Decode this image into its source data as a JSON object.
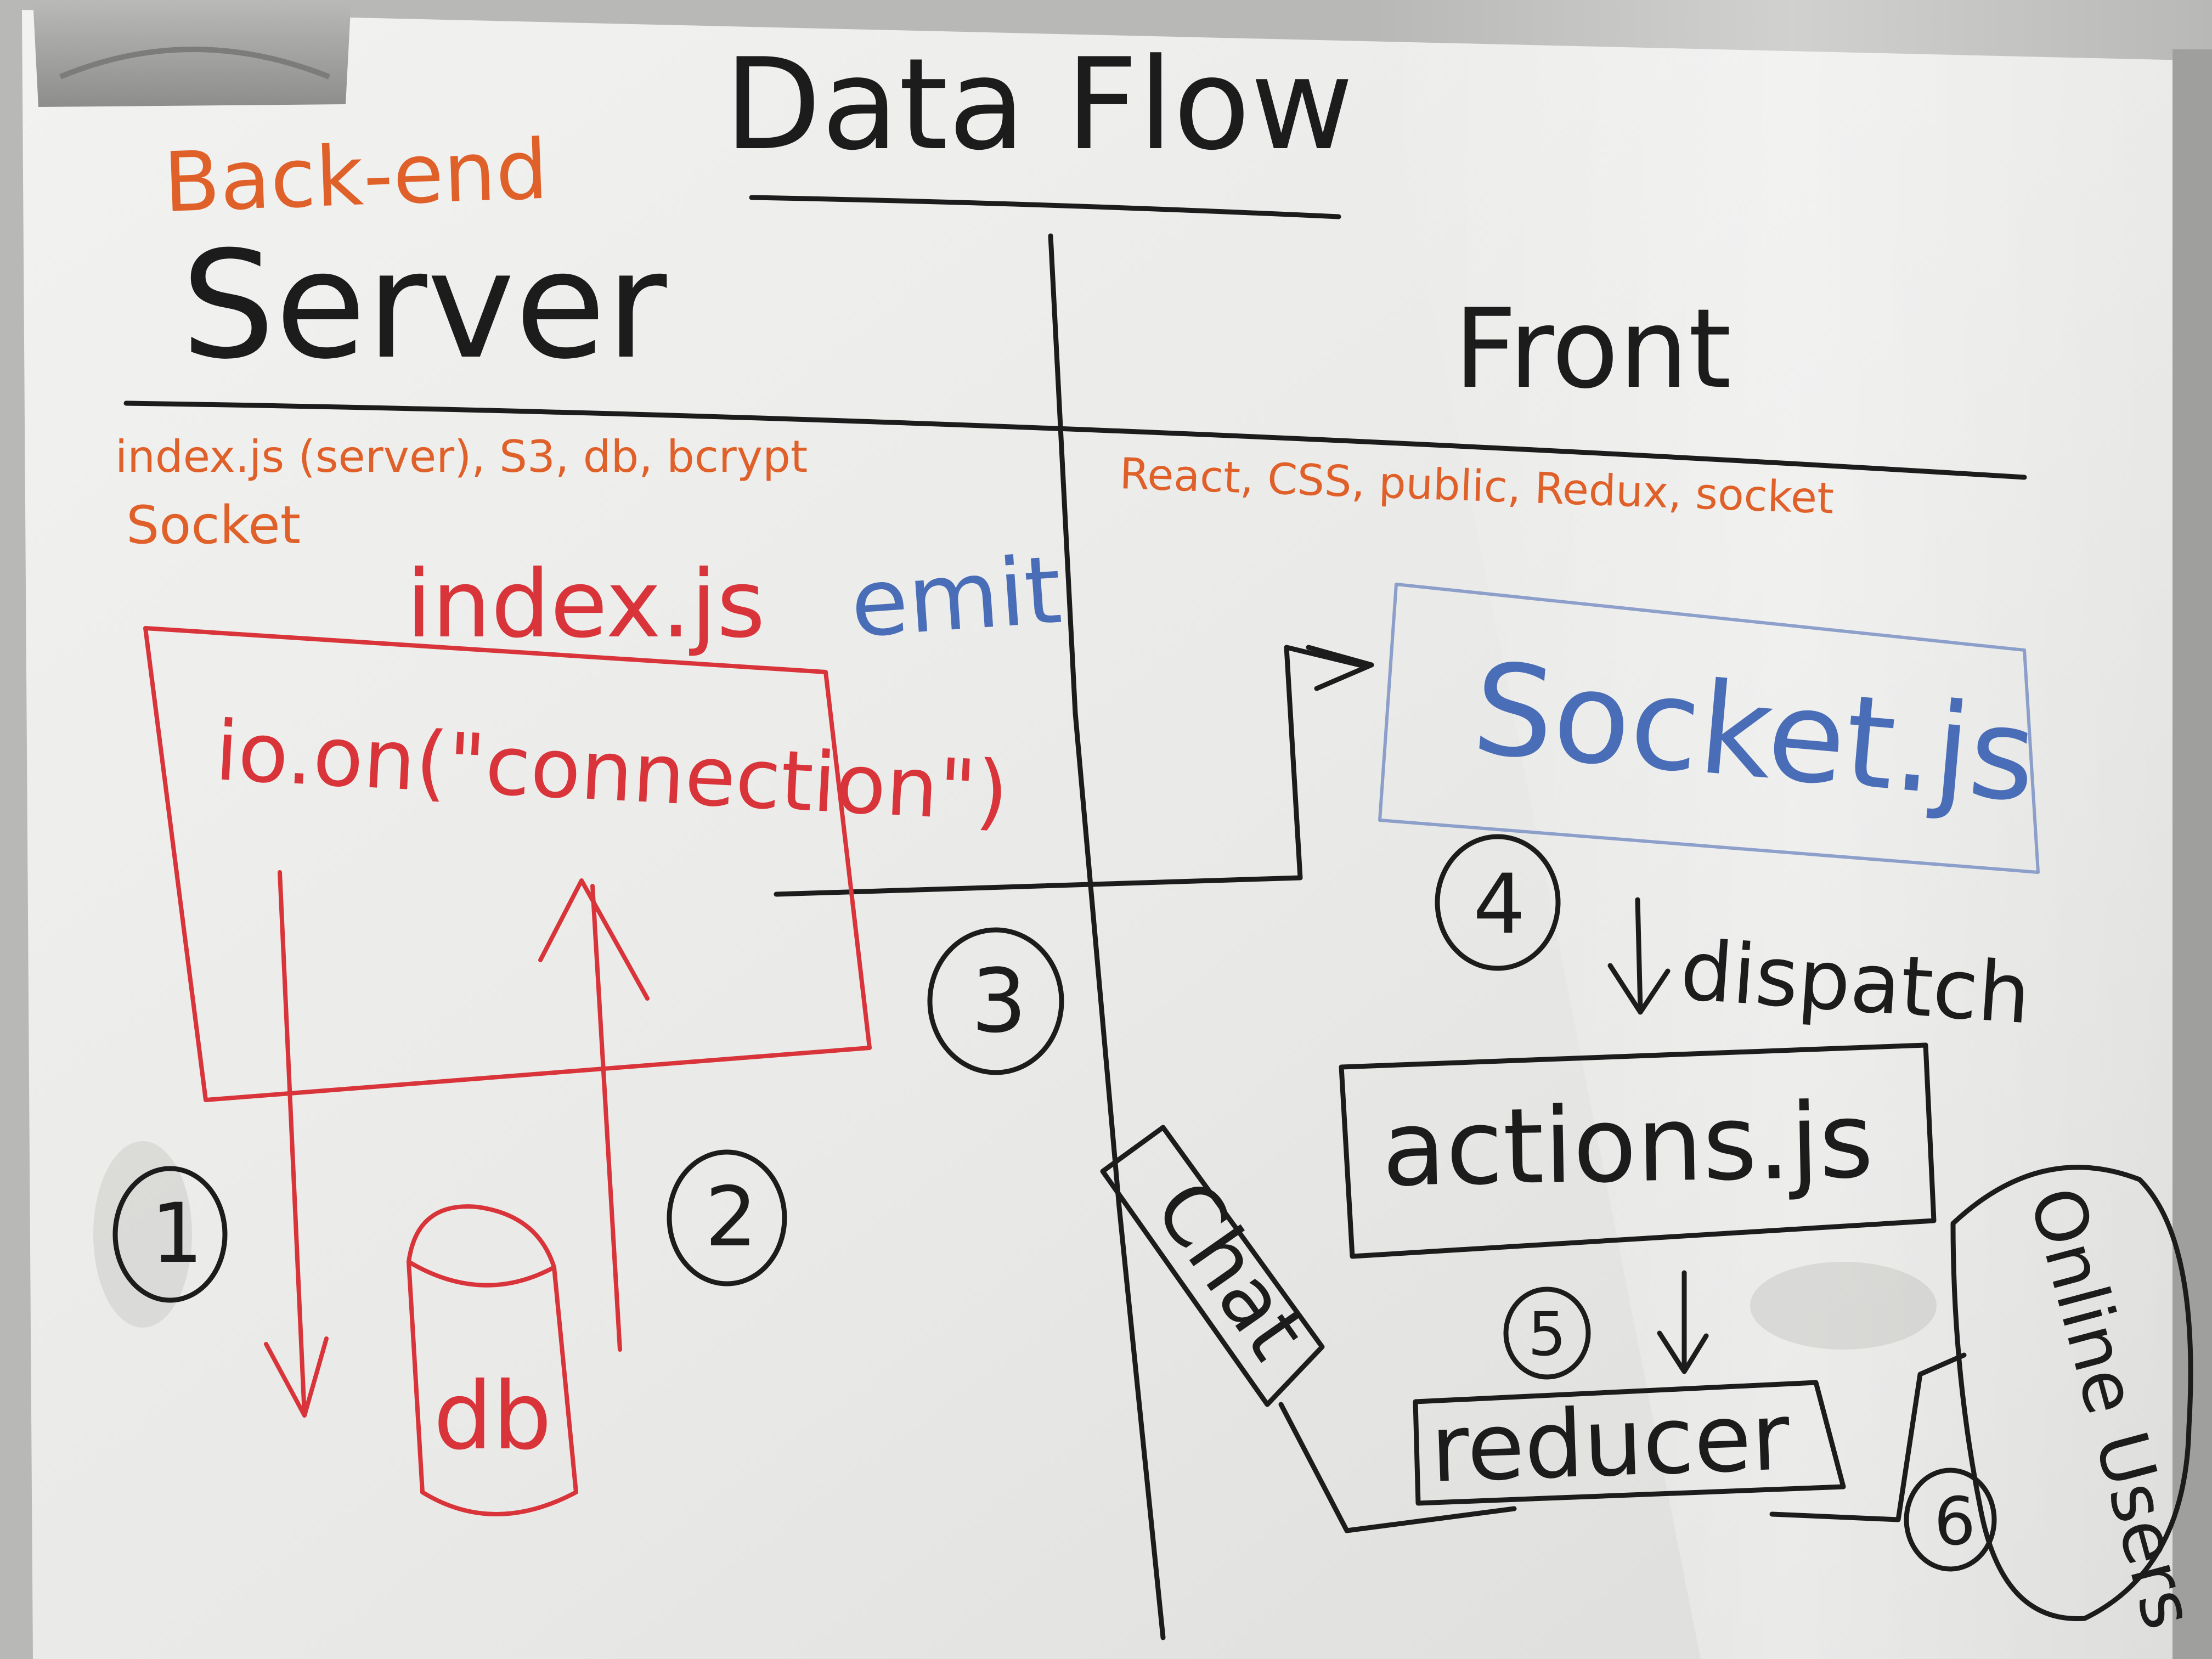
{
  "board": {
    "title": "Data Flow",
    "backend_label": "Back-end",
    "server_label": "Server",
    "front_label": "Front",
    "server_stack_line1": "index.js (server), S3, db, bcrypt",
    "server_stack_line2": "Socket",
    "front_stack": "React, CSS, public, Redux, socket"
  },
  "server_side": {
    "file_label": "index.js",
    "connection_code": "io.on(\"connection\")",
    "db_label": "db",
    "step_1": "1",
    "step_2": "2"
  },
  "front_side": {
    "emit_label": "emit",
    "socket_file": "Socket.js",
    "step_3": "3",
    "step_4": "4",
    "dispatch_label": "dispatch",
    "actions_file": "actions.js",
    "step_5": "5",
    "reducer_label": "reducer",
    "chat_label": "Chat",
    "online_users_label": "Online Users",
    "step_6": "6"
  },
  "colors": {
    "board_white": "#eeeeed",
    "marker_black": "#1c1c1c",
    "marker_orange": "#e0602a",
    "marker_red": "#d8343a",
    "marker_blue": "#4a6db8"
  }
}
